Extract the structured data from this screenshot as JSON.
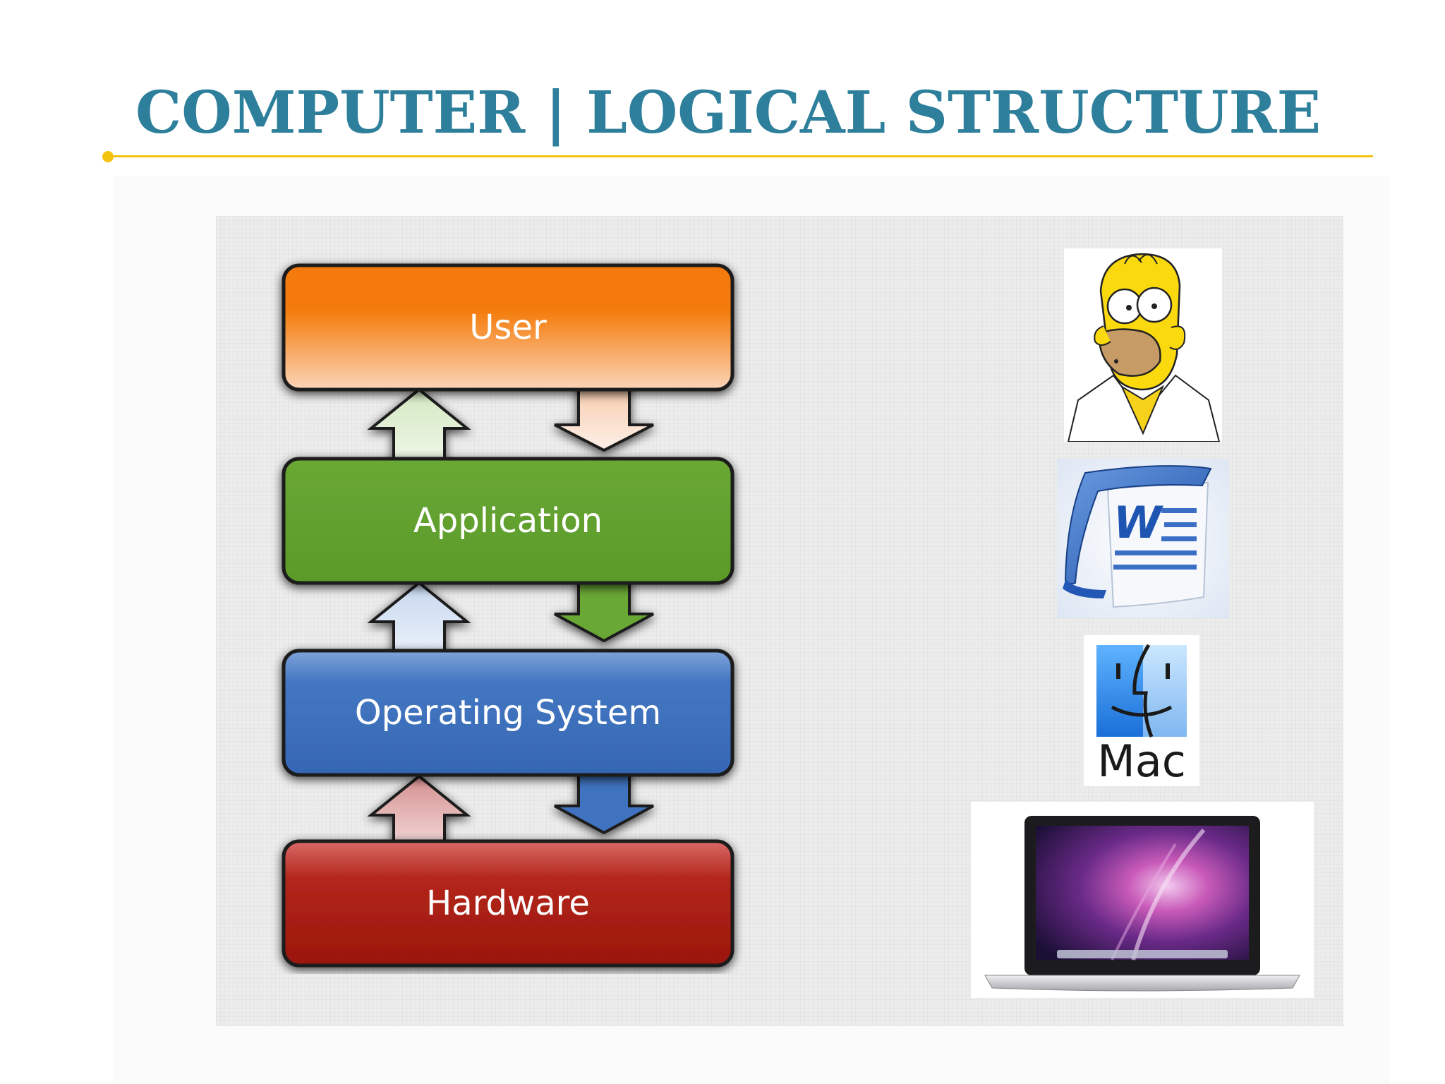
{
  "slide": {
    "title": "COMPUTER | LOGICAL STRUCTURE"
  },
  "diagram": {
    "layers": [
      {
        "label": "User",
        "color": "#f47a08"
      },
      {
        "label": "Application",
        "color": "#6aa834"
      },
      {
        "label": "Operating System",
        "color": "#3f73bf"
      },
      {
        "label": "Hardware",
        "color": "#a41a10"
      }
    ]
  },
  "illustrations": [
    {
      "icon": "homer-simpson-user-icon"
    },
    {
      "icon": "microsoft-word-application-icon"
    },
    {
      "icon": "mac-finder-os-icon",
      "label": "Mac"
    },
    {
      "icon": "macbook-laptop-hardware-icon"
    }
  ],
  "colors": {
    "title": "#2e7f9b",
    "rule": "#f2c40f"
  }
}
